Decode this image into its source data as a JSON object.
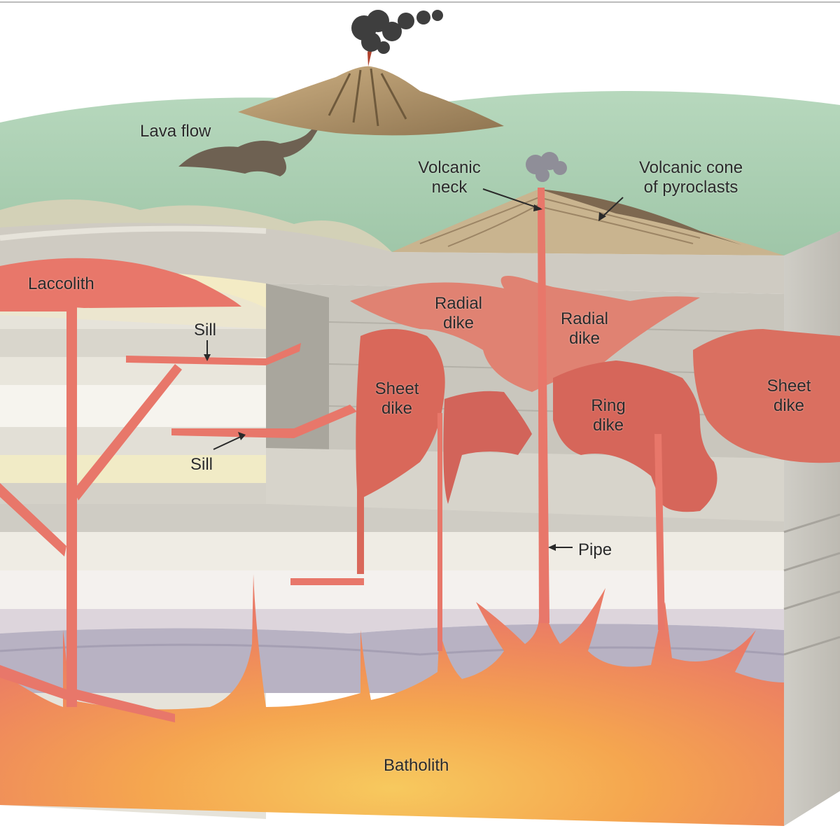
{
  "labels": {
    "lava_flow": "Lava flow",
    "volcanic_neck": [
      "Volcanic",
      "neck"
    ],
    "volcanic_cone": [
      "Volcanic cone",
      "of pyroclasts"
    ],
    "laccolith": "Laccolith",
    "sill_upper": "Sill",
    "sill_lower": "Sill",
    "radial_dike_left": [
      "Radial",
      "dike"
    ],
    "radial_dike_right": [
      "Radial",
      "dike"
    ],
    "sheet_dike_left": [
      "Sheet",
      "dike"
    ],
    "sheet_dike_right": [
      "Sheet",
      "dike"
    ],
    "ring_dike": [
      "Ring",
      "dike"
    ],
    "pipe": "Pipe",
    "batholith": "Batholith"
  },
  "colors": {
    "magma": "#e8776a",
    "magma_dark": "#c9584c",
    "batholith_core": "#f6c15a",
    "surface_green": "#a9cdb0",
    "volcano_brown": "#b8976a",
    "strata_cream": "#efe9d6",
    "strata_yellow": "#f1e8b8",
    "strata_gray": "#d8d6d0",
    "strata_lavender": "#b9b3c4",
    "smoke": "#4a4a4a"
  }
}
